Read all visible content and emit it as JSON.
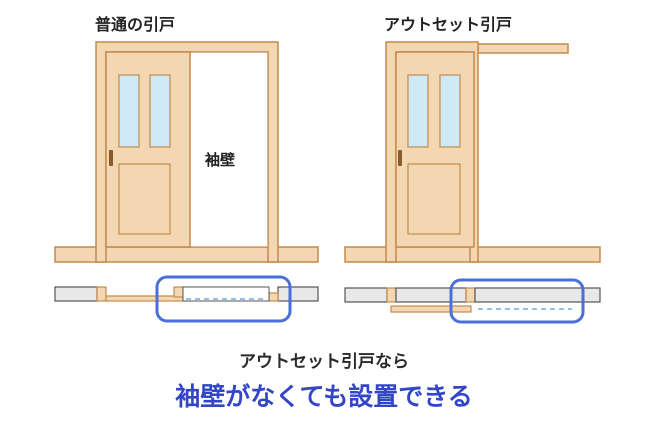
{
  "labels": {
    "normal_title": "普通の引戸",
    "outset_title": "アウトセット引戸",
    "side_wall": "袖壁"
  },
  "caption": {
    "line1": "アウトセット引戸なら",
    "line2": "袖壁がなくても設置できる"
  },
  "colors": {
    "door_fill": "#f3d7b2",
    "door_outline": "#c48a4d",
    "glass": "#cfe9f5",
    "wall_fill": "#e8e8e8",
    "highlight": "#4a6fd8",
    "caption_accent": "#3346c8"
  }
}
